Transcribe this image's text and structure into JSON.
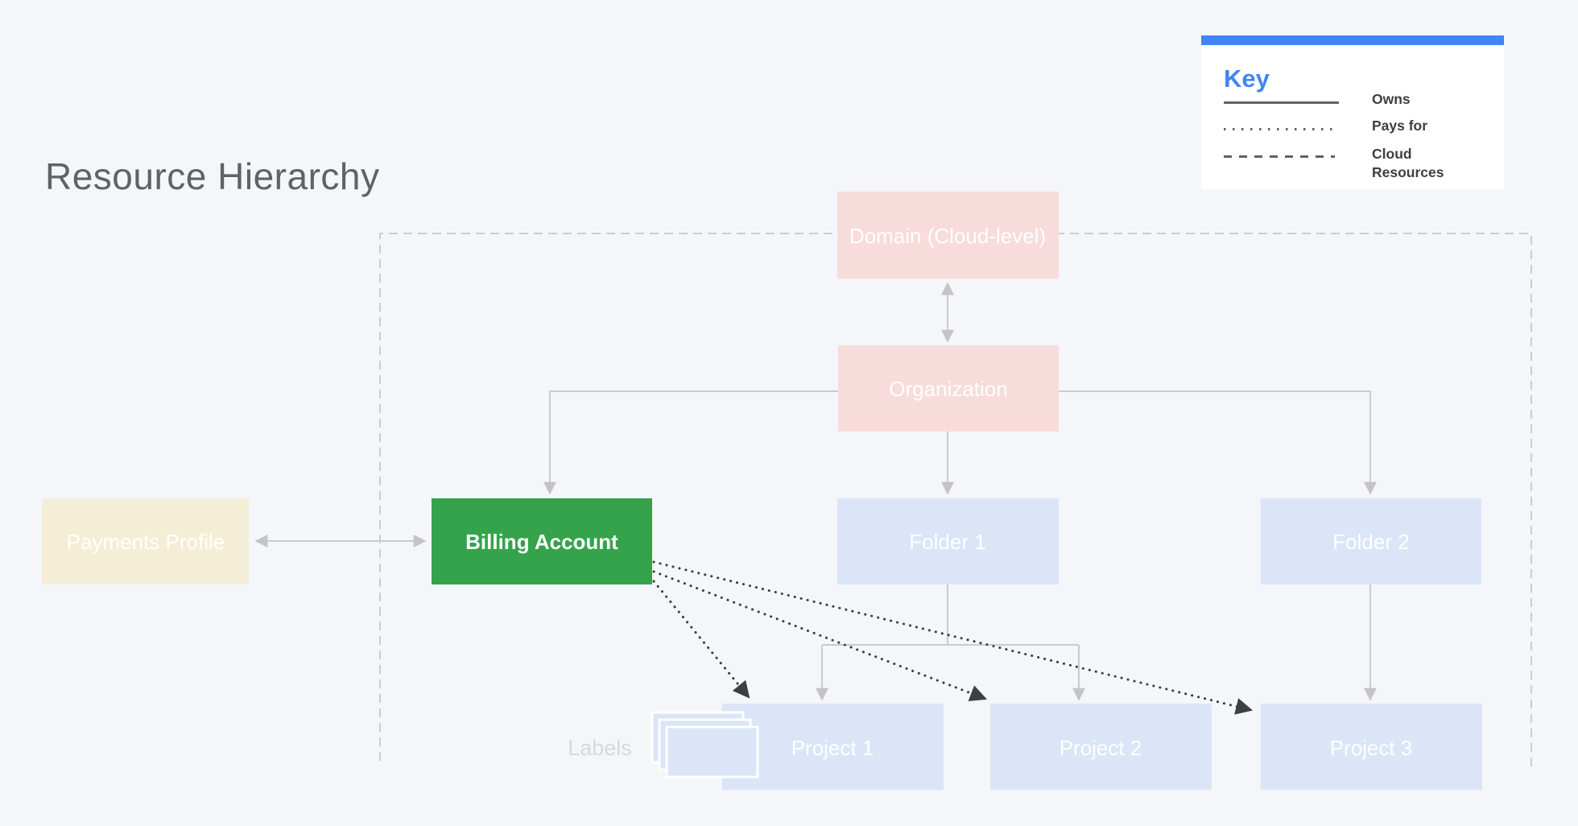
{
  "title": "Resource Hierarchy",
  "key": {
    "heading": "Key",
    "items": [
      {
        "style": "solid",
        "label": "Owns"
      },
      {
        "style": "dotted",
        "label": "Pays for"
      },
      {
        "style": "dashed",
        "label": "Cloud Resources"
      }
    ]
  },
  "nodes": {
    "domain": "Domain (Cloud-level)",
    "organization": "Organization",
    "payments_profile": "Payments Profile",
    "billing_account": "Billing Account",
    "folder1": "Folder 1",
    "folder2": "Folder 2",
    "project1": "Project 1",
    "project2": "Project 2",
    "project3": "Project 3"
  },
  "annotations": {
    "labels_caption": "Labels"
  },
  "colors": {
    "background": "#f4f6f9",
    "accent_blue": "#4285f4",
    "node_pink": "#f8dcdc",
    "node_green": "#34a34c",
    "node_cream": "#f5eed7",
    "node_blue": "#dbe5f7",
    "connector_gray": "#cbcbcb",
    "arrowhead_gray": "#c4c4c4",
    "boundary_gray": "#c9cdd3",
    "paysfor_dark": "#3c4043",
    "title_gray": "#5f6368",
    "faint_gray": "#d5d8dd"
  }
}
